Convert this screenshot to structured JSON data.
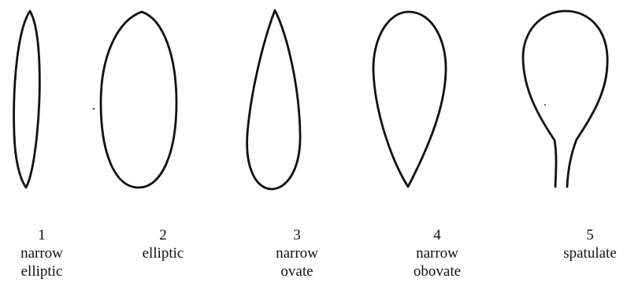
{
  "figure": {
    "line_color": "#111111",
    "shapes": [
      {
        "number": "1",
        "lines": [
          "narrow",
          "elliptic"
        ],
        "shape": "narrow-elliptic-outline"
      },
      {
        "number": "2",
        "lines": [
          "elliptic"
        ],
        "shape": "elliptic-outline"
      },
      {
        "number": "3",
        "lines": [
          "narrow",
          "ovate"
        ],
        "shape": "narrow-ovate-outline"
      },
      {
        "number": "4",
        "lines": [
          "narrow",
          "obovate"
        ],
        "shape": "narrow-obovate-outline"
      },
      {
        "number": "5",
        "lines": [
          "spatulate"
        ],
        "shape": "spatulate-outline"
      }
    ]
  }
}
